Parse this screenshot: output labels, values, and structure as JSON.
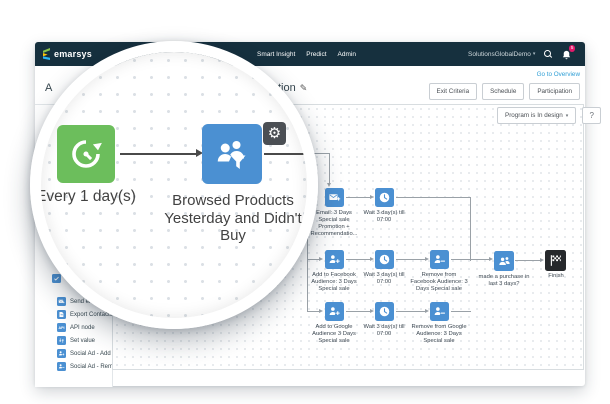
{
  "colors": {
    "navy": "#16303E",
    "node_blue": "#4B90D2",
    "node_green": "#6CBE5C",
    "link_blue": "#2F9FD6",
    "badge_pink": "#E3196B",
    "finish_black": "#26292C"
  },
  "nav": {
    "logo_text": "emarsys",
    "menu": [
      "Smart Insight",
      "Predict",
      "Admin"
    ],
    "account": "SolutionsGlobalDemo",
    "notification_count": "5"
  },
  "header": {
    "overview_link": "Go to Overview",
    "title_fragment_left": "A",
    "title_fragment_right": "tion",
    "buttons": [
      "Exit Criteria",
      "Schedule",
      "Participation"
    ]
  },
  "toolbar": {
    "program_status": "Program is In design",
    "help_label": "?"
  },
  "magnifier": {
    "trigger_label": "Every 1 day(s)",
    "entry_label": "Browsed Products Yesterday and Didn't Buy"
  },
  "sidebar": {
    "items": [
      {
        "label": ""
      },
      {
        "label": "Send email"
      },
      {
        "label": "Export Contacts"
      },
      {
        "label": "API node"
      },
      {
        "label": "Set value"
      },
      {
        "label": "Social Ad - Add to audience"
      },
      {
        "label": "Social Ad - Remove from"
      }
    ]
  },
  "flow": {
    "nodes": [
      {
        "label": "Email: 3 Days Special sale Promotion + Recommendatio..."
      },
      {
        "label": "Wait 3 day(s) till 07:00"
      },
      {
        "label": "Add to Facebook Audience: 3 Days Special sale"
      },
      {
        "label": "Wait 3 day(s) till 07:00"
      },
      {
        "label": "Remove from Facebook Audience: 3 Days Special sale"
      },
      {
        "label": "Add to Google Audience 3 Days Special sale"
      },
      {
        "label": "Wait 3 day(s) till 07:00"
      },
      {
        "label": "Remove from Google Audience: 3 Days Special sale"
      },
      {
        "label": "made a purchase in last 3 days?"
      },
      {
        "label": "Finish"
      }
    ]
  }
}
